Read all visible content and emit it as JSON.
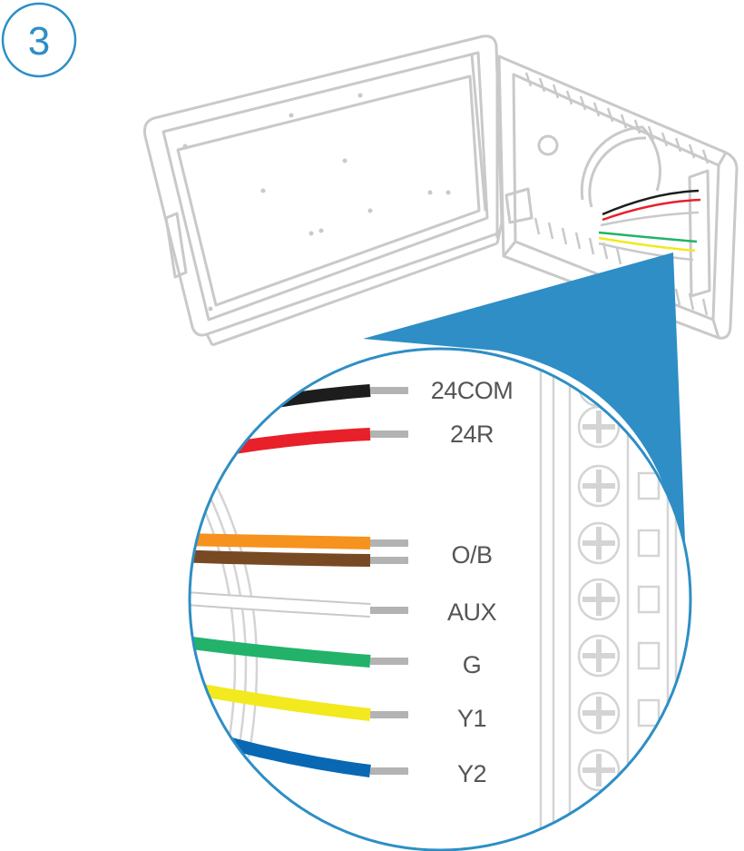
{
  "step": {
    "number": "3",
    "color": "#2e8ec5"
  },
  "colors": {
    "accent": "#2e8ec5",
    "outline": "#c9c9c9",
    "callout": "#2e8ec5"
  },
  "wires": [
    {
      "label": "24COM",
      "color": "#1d1d1d"
    },
    {
      "label": "24R",
      "color": "#e8202a"
    },
    {
      "label": "O/B",
      "color": "#f6921e"
    },
    {
      "label": "",
      "color": "#774a24"
    },
    {
      "label": "AUX",
      "color": "#ffffff"
    },
    {
      "label": "G",
      "color": "#22b26a"
    },
    {
      "label": "Y1",
      "color": "#f2e91f"
    },
    {
      "label": "Y2",
      "color": "#0868b3"
    }
  ]
}
